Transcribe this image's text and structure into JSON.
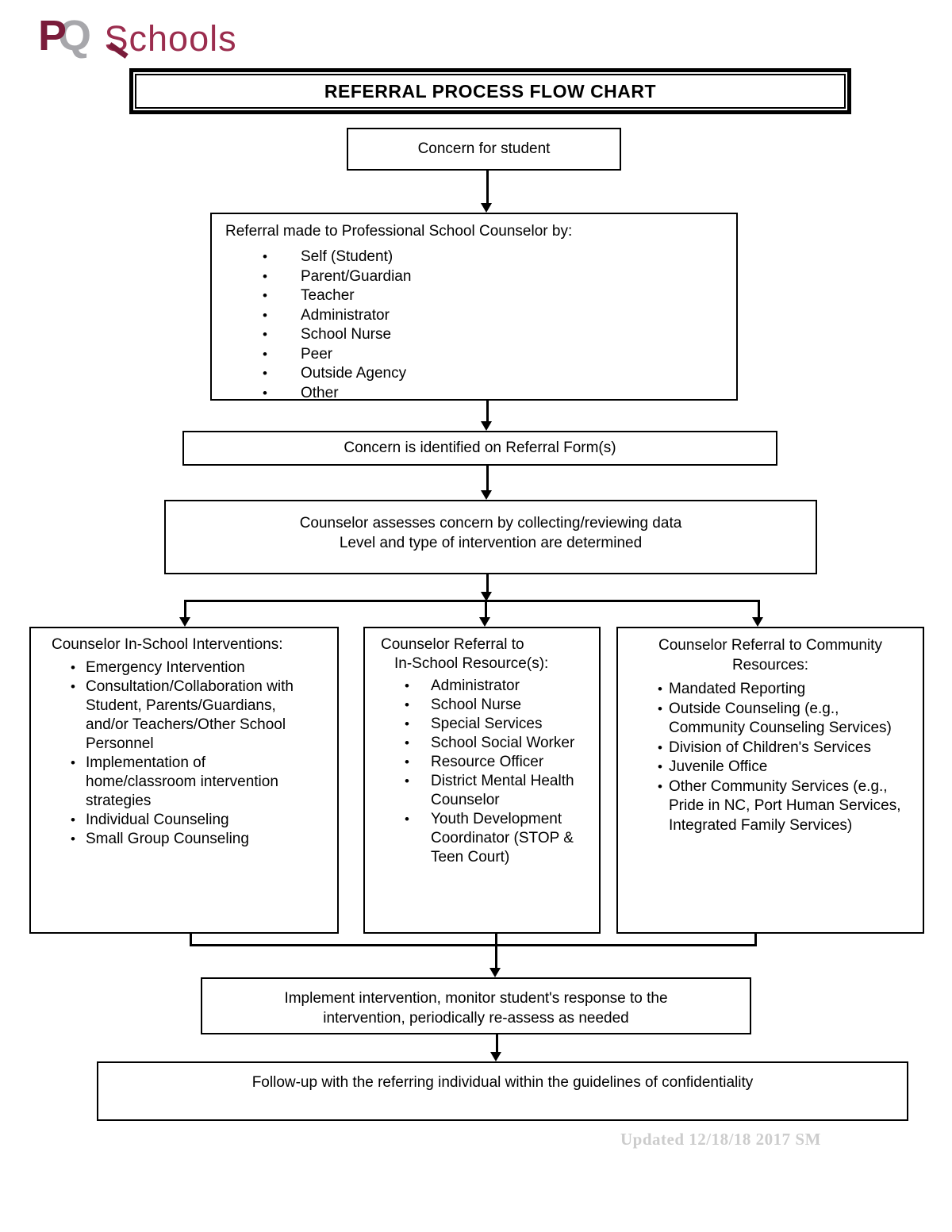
{
  "logo": {
    "p": "P",
    "q": "Q",
    "wordmark": "Schools"
  },
  "header": {
    "title": "REFERRAL PROCESS FLOW CHART"
  },
  "flow": {
    "concern": "Concern for student",
    "referral": {
      "heading": "Referral made to Professional School Counselor by:",
      "items": [
        "Self (Student)",
        "Parent/Guardian",
        "Teacher",
        "Administrator",
        "School Nurse",
        "Peer",
        "Outside Agency",
        "Other"
      ]
    },
    "identified": "Concern is identified on Referral Form(s)",
    "assess": {
      "line1": "Counselor assesses concern by collecting/reviewing data",
      "line2": "Level and type of intervention are determined"
    },
    "branches": {
      "interventions": {
        "title": "Counselor In-School Interventions:",
        "items": [
          "Emergency Intervention",
          "Consultation/Collaboration with Student, Parents/Guardians, and/or Teachers/Other School Personnel",
          "Implementation of home/classroom intervention strategies",
          "Individual Counseling",
          "Small Group Counseling"
        ]
      },
      "in_school_resources": {
        "title_line1": "Counselor Referral to",
        "title_line2": "In-School Resource(s):",
        "items": [
          "Administrator",
          "School Nurse",
          "Special Services",
          "School Social Worker",
          "Resource Officer",
          "District Mental Health Counselor",
          "Youth Development Coordinator (STOP & Teen Court)"
        ]
      },
      "community_resources": {
        "title_line1": "Counselor Referral to Community",
        "title_line2": "Resources:",
        "items": [
          "Mandated Reporting",
          "Outside Counseling (e.g., Community Counseling Services)",
          "Division of Children's Services",
          "Juvenile Office",
          "Other Community Services (e.g., Pride in NC, Port Human Services, Integrated Family Services)"
        ]
      }
    },
    "implement": {
      "line1": "Implement intervention, monitor student's response to the",
      "line2": "intervention, periodically re-assess as needed"
    },
    "followup": "Follow-up with the referring individual within the guidelines of confidentiality"
  },
  "footer": {
    "updated": "Updated 12/18/18 2017 SM"
  },
  "colors": {
    "logo_maroon": "#7a1c3a",
    "logo_rose": "#9b2d4e",
    "logo_gray": "#a7a7ab",
    "line_black": "#000000",
    "footer_gray": "#cccccc"
  }
}
